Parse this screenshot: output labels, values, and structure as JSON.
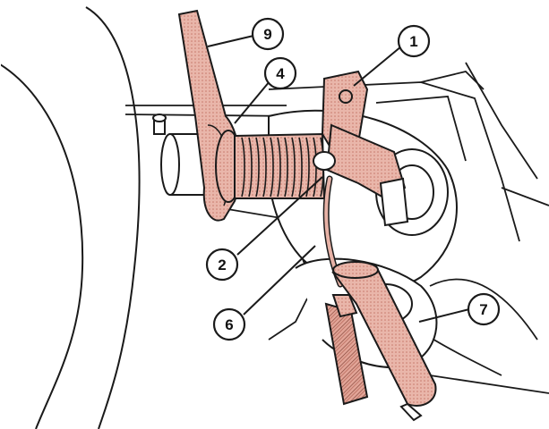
{
  "figure": {
    "callouts": [
      {
        "label": "1",
        "part": "upper-clamp"
      },
      {
        "label": "2",
        "part": "lower-clamp"
      },
      {
        "label": "4",
        "part": "lock-ring"
      },
      {
        "label": "6",
        "part": "grease-line"
      },
      {
        "label": "7",
        "part": "grease-cartridge"
      },
      {
        "label": "9",
        "part": "spanner-wrench"
      }
    ],
    "colors": {
      "highlight": "#e7b2a6",
      "highlight_dark": "#d79585",
      "ink": "#1a1a1a",
      "paper": "#ffffff"
    }
  }
}
